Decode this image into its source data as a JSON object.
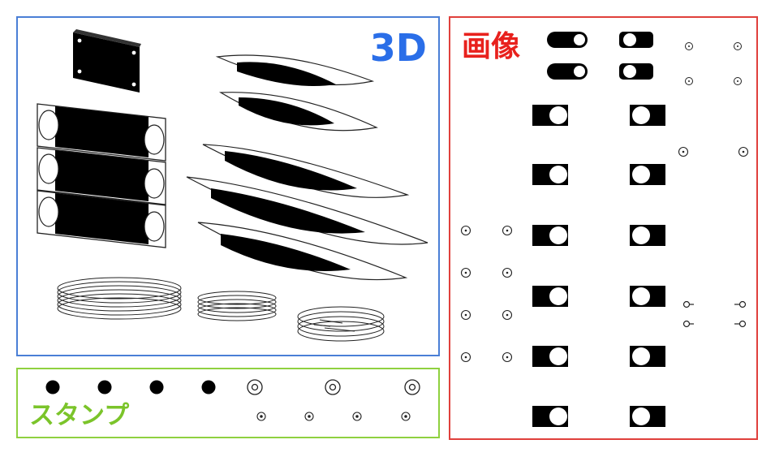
{
  "panels": {
    "three_d": {
      "label": "3D",
      "color": "#2a6ee8",
      "border": "#4a7fd6"
    },
    "stamp": {
      "label": "スタンプ",
      "color": "#7bc42a",
      "border": "#8fd13f"
    },
    "image": {
      "label": "画像",
      "color": "#e8211d",
      "border": "#e0403c"
    }
  },
  "icons": {
    "three_d_parts": [
      "rectangular-plate-icon",
      "flat-strap-icon",
      "curved-band-icon",
      "coil-ring-icon"
    ],
    "stamp_parts": [
      "filled-dot-icon",
      "ring-circle-icon",
      "small-ring-icon"
    ],
    "image_parts": [
      "pill-toggle-icon",
      "rect-circle-icon",
      "tiny-ring-icon",
      "pin-icon"
    ]
  }
}
